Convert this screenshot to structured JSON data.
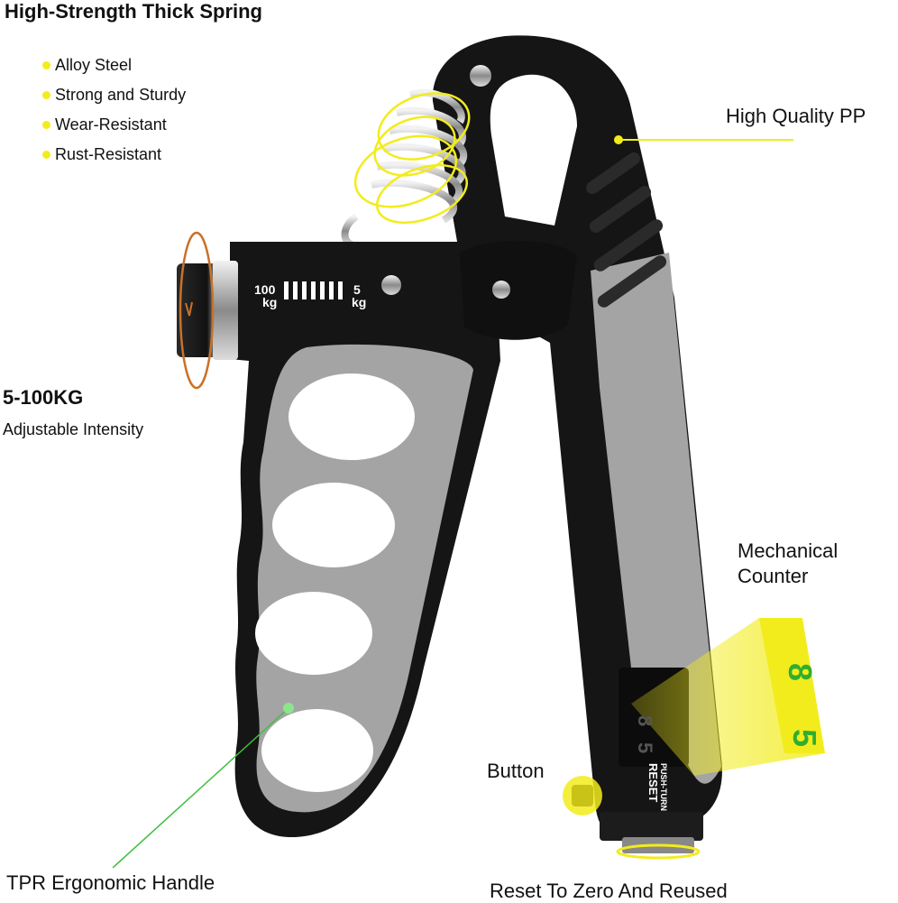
{
  "colors": {
    "highlight": "#f2ec1d",
    "accent_orange": "#c8722a",
    "pointer_green": "#3fbf3f",
    "body_black": "#151515",
    "grip_gray": "#a4a4a4"
  },
  "labels": {
    "spring_title": "High-Strength Thick Spring",
    "spring_features": [
      "Alloy Steel",
      "Strong and Sturdy",
      "Wear-Resistant",
      "Rust-Resistant"
    ],
    "material": "High Quality PP",
    "intensity_range": "5-100KG",
    "intensity_caption": "Adjustable Intensity",
    "counter_line1": "Mechanical",
    "counter_line2": "Counter",
    "button": "Button",
    "handle": "TPR Ergonomic Handle",
    "reset": "Reset To Zero And Reused"
  },
  "scale": {
    "max_value": "100",
    "max_unit": "kg",
    "min_value": "5",
    "min_unit": "kg"
  },
  "counter_digits": {
    "first": "8",
    "second": "5"
  },
  "reset_marking": {
    "top": "PUSH-TURN",
    "bottom": "RESET"
  }
}
